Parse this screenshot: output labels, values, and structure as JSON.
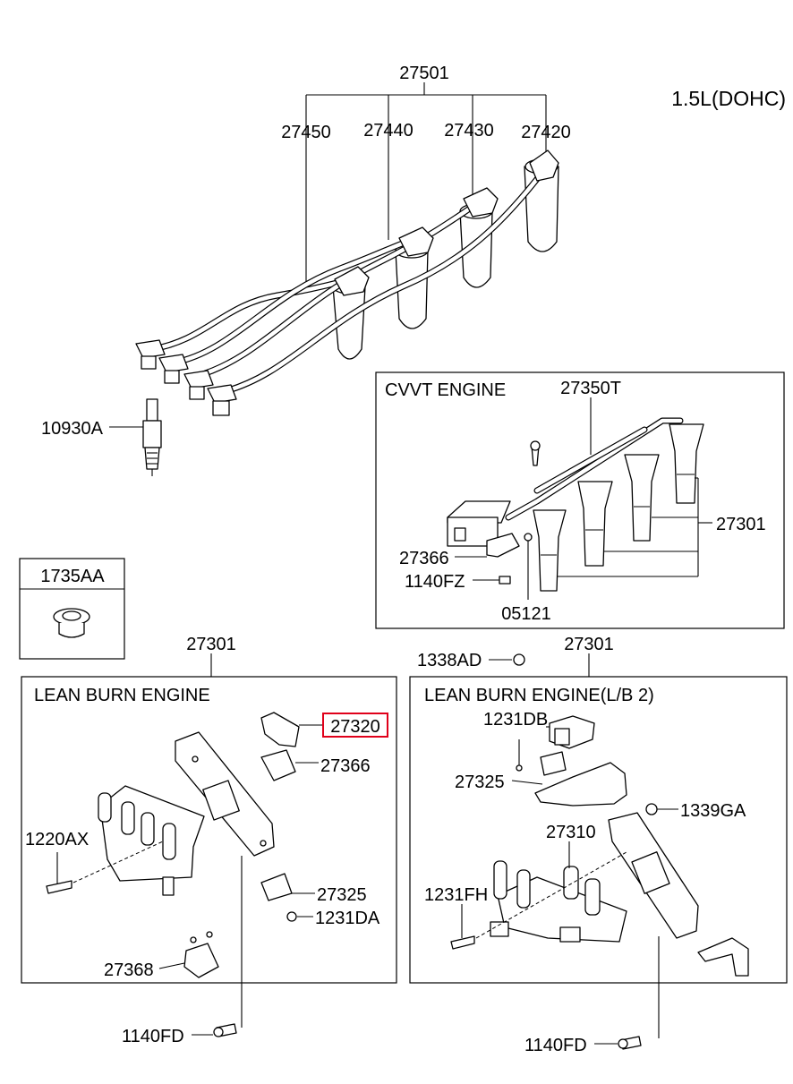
{
  "header": {
    "engine_spec": "1.5L(DOHC)"
  },
  "sections": {
    "cvvt": {
      "title": "CVVT ENGINE"
    },
    "lean_burn": {
      "title": "LEAN BURN ENGINE"
    },
    "lean_burn_lb2": {
      "title": "LEAN BURN ENGINE(L/B 2)"
    }
  },
  "parts": {
    "p27501": "27501",
    "p27450": "27450",
    "p27440": "27440",
    "p27430": "27430",
    "p27420": "27420",
    "p10930A": "10930A",
    "p1735AA": "1735AA",
    "p27350T": "27350T",
    "p27301_cvvt": "27301",
    "p27366_cvvt": "27366",
    "p1140FZ": "1140FZ",
    "p05121": "05121",
    "p27301_lean": "27301",
    "p1338AD": "1338AD",
    "p27301_lb2": "27301",
    "p27320": "27320",
    "p27366_lean": "27366",
    "p1220AX": "1220AX",
    "p27325_lean": "27325",
    "p1231DA": "1231DA",
    "p27368": "27368",
    "p1140FD_lean": "1140FD",
    "p1231DB": "1231DB",
    "p27325_lb2": "27325",
    "p1339GA": "1339GA",
    "p27310": "27310",
    "p1231FH": "1231FH",
    "p1140FD_lb2": "1140FD"
  },
  "highlight": {
    "part": "27320",
    "color": "#e0001a"
  }
}
